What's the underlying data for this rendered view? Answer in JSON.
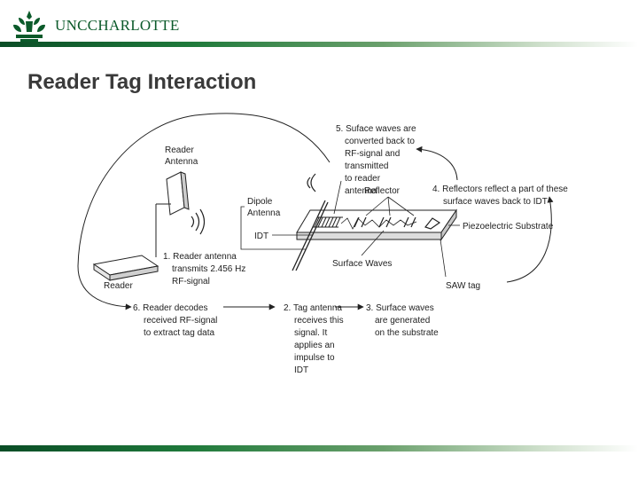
{
  "header": {
    "logo_text": "UNCCHARLOTTE"
  },
  "slide": {
    "title": "Reader Tag Interaction"
  },
  "diagram": {
    "reader_antenna": [
      "Reader",
      "Antenna"
    ],
    "reader": "Reader",
    "dipole_antenna": [
      "Dipole",
      "Antenna"
    ],
    "idt": "IDT",
    "reflector": "Reflector",
    "surface_waves": "Surface Waves",
    "piezoelectric": "Piezoelectric Substrate",
    "saw_tag": "SAW tag",
    "step1": [
      "1. Reader antenna",
      "transmits 2.456 Hz",
      "RF-signal"
    ],
    "step2": [
      "2. Tag antenna",
      "receives this",
      "signal. It",
      "applies an",
      "impulse to",
      "IDT"
    ],
    "step3": [
      "3. Surface waves",
      "are generated",
      "on the substrate"
    ],
    "step4": [
      "4. Reflectors reflect a part of these",
      "surface waves back to IDT"
    ],
    "step5": [
      "5. Suface waves are",
      "converted back to",
      "RF-signal and",
      "transmitted",
      "to reader",
      "antenna"
    ],
    "step6": [
      "6. Reader decodes",
      "received RF-signal",
      "to extract tag data"
    ]
  }
}
